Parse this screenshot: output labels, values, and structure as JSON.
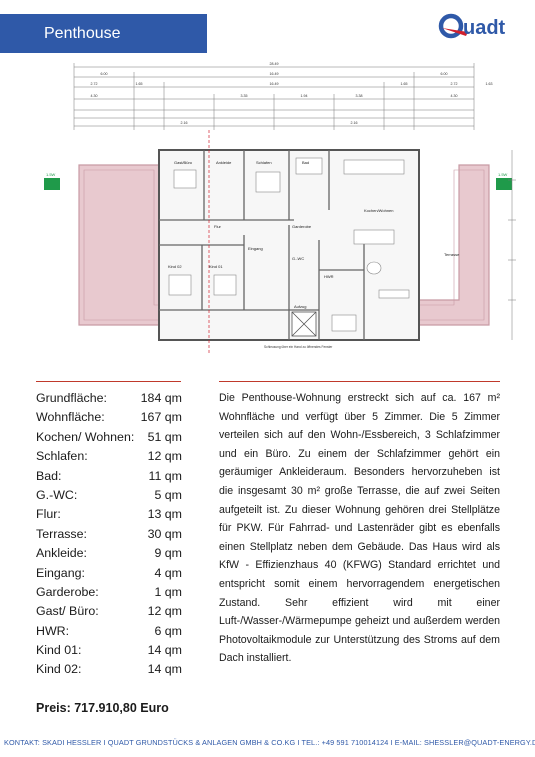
{
  "header": {
    "title": "Penthouse",
    "logo_text": "uadt"
  },
  "plan": {
    "dims_top": [
      "28.49",
      "6.00",
      "16.49",
      "6.00",
      "2.72",
      "1.65",
      "16.49",
      "1.65",
      "2.72",
      "1.63",
      "4.30",
      "3.35",
      "1.94",
      "3.38",
      "4.30",
      "2.16",
      "2.16"
    ],
    "rooms": [
      "Gast/Büro",
      "Ankleide",
      "Schlafen",
      "Bad",
      "Flur",
      "Garderobe",
      "Eingang",
      "Kind 02",
      "Kind 01",
      "HWR",
      "Kochen/Wohnen",
      "Terrasse",
      "Aufzug",
      "G.-WC"
    ],
    "side_labels": [
      "1.5W",
      "1.5W"
    ],
    "notes": [
      "Schleusung über ein Hand zu öffnendes Fenster"
    ]
  },
  "rooms": [
    {
      "label": "Grundfläche:",
      "value": "184 qm"
    },
    {
      "label": "Wohnfläche:",
      "value": "167 qm"
    },
    {
      "label": "Kochen/ Wohnen:",
      "value": "51 qm"
    },
    {
      "label": "Schlafen:",
      "value": "12 qm"
    },
    {
      "label": "Bad:",
      "value": "11 qm"
    },
    {
      "label": "G.-WC:",
      "value": "5 qm"
    },
    {
      "label": "Flur:",
      "value": "13 qm"
    },
    {
      "label": "Terrasse:",
      "value": "30 qm"
    },
    {
      "label": "Ankleide:",
      "value": "9 qm"
    },
    {
      "label": "Eingang:",
      "value": "4 qm"
    },
    {
      "label": "Garderobe:",
      "value": "1 qm"
    },
    {
      "label": "Gast/ Büro:",
      "value": "12 qm"
    },
    {
      "label": "HWR:",
      "value": "6 qm"
    },
    {
      "label": "Kind 01:",
      "value": "14 qm"
    },
    {
      "label": "Kind 02:",
      "value": "14 qm"
    }
  ],
  "description": "Die Penthouse-Wohnung erstreckt sich auf ca. 167 m² Wohnfläche und verfügt über 5 Zimmer. Die 5 Zimmer verteilen sich auf den Wohn-/Essbereich, 3 Schlafzimmer und ein Büro. Zu einem der Schlafzimmer gehört ein geräumiger Ankleideraum. Besonders hervorzuheben ist die insgesamt 30 m² große Terrasse, die auf zwei Seiten aufgeteilt ist. Zu dieser Wohnung gehören drei Stellplätze für PKW. Für Fahrrad- und Lastenräder gibt es ebenfalls einen Stellplatz neben dem Gebäude. Das Haus wird als KfW - Effizienzhaus 40 (KFWG) Standard errichtet und entspricht somit einem hervorragendem energetischen Zustand. Sehr effizient wird mit einer Luft-/Wasser-/Wärmepumpe geheizt und außerdem werden Photovoltaikmodule zur Unterstützung des Stroms auf dem Dach installiert.",
  "price": "Preis: 717.910,80 Euro",
  "contact": "KONTAKT: SKADI HESSLER  I  QUADT GRUNDSTÜCKS & ANLAGEN GMBH & CO.KG  I  TEL.: +49 591 710014124  I  E-MAIL: SHESSLER@QUADT-ENERGY.DE",
  "colors": {
    "banner": "#2f59a8",
    "accent_red": "#c0392b",
    "logo_red": "#d0202e",
    "logo_blue": "#2f59a8",
    "terrace": "#c89aa4",
    "exit_sign": "#1f9a4a"
  }
}
